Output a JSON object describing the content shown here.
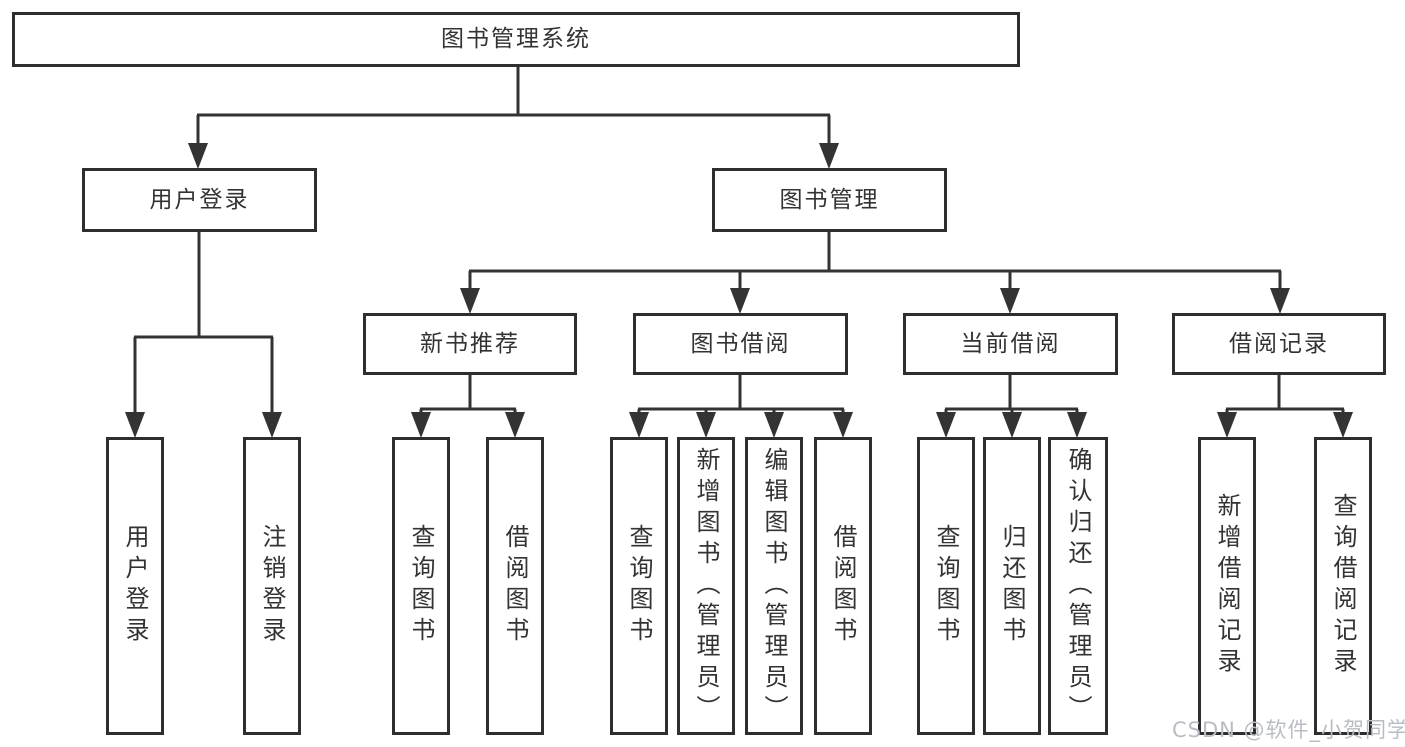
{
  "diagram_title": "图书管理系统",
  "tree": {
    "root": {
      "label": "图书管理系统",
      "children": [
        {
          "label": "用户登录",
          "children": [
            {
              "label": "用户登录"
            },
            {
              "label": "注销登录"
            }
          ]
        },
        {
          "label": "图书管理",
          "children": [
            {
              "label": "新书推荐",
              "children": [
                {
                  "label": "查询图书"
                },
                {
                  "label": "借阅图书"
                }
              ]
            },
            {
              "label": "图书借阅",
              "children": [
                {
                  "label": "查询图书"
                },
                {
                  "label": "新增图书（管理员）"
                },
                {
                  "label": "编辑图书（管理员）"
                },
                {
                  "label": "借阅图书"
                }
              ]
            },
            {
              "label": "当前借阅",
              "children": [
                {
                  "label": "查询图书"
                },
                {
                  "label": "归还图书"
                },
                {
                  "label": "确认归还（管理员）"
                }
              ]
            },
            {
              "label": "借阅记录",
              "children": [
                {
                  "label": "新增借阅记录"
                },
                {
                  "label": "查询借阅记录"
                }
              ]
            }
          ]
        }
      ]
    }
  },
  "watermark": {
    "text": "CSDN @软件_小贺同学"
  },
  "colors": {
    "background": "#ffffff",
    "box_border": "#2e2e2e",
    "line": "#333333",
    "text": "#333333",
    "watermark": "#b9bdc3"
  }
}
